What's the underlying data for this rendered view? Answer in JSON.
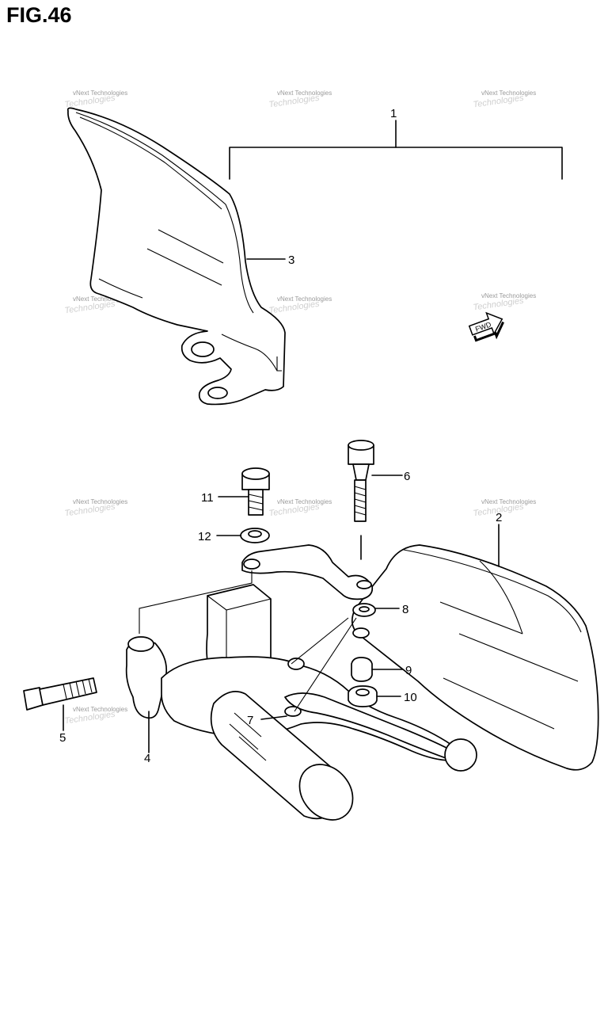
{
  "figure": {
    "title": "FIG.46"
  },
  "callouts": [
    {
      "id": "1",
      "label": "1"
    },
    {
      "id": "2",
      "label": "2"
    },
    {
      "id": "3",
      "label": "3"
    },
    {
      "id": "4",
      "label": "4"
    },
    {
      "id": "5",
      "label": "5"
    },
    {
      "id": "6",
      "label": "6"
    },
    {
      "id": "7",
      "label": "7"
    },
    {
      "id": "8",
      "label": "8"
    },
    {
      "id": "9",
      "label": "9"
    },
    {
      "id": "10",
      "label": "10"
    },
    {
      "id": "11",
      "label": "11"
    },
    {
      "id": "12",
      "label": "12"
    }
  ],
  "fwd_arrow": {
    "label": "FWD",
    "icon": "fwd-arrow-icon"
  },
  "watermark": {
    "line1": "vNext Technologies",
    "line2": "Technologies"
  }
}
